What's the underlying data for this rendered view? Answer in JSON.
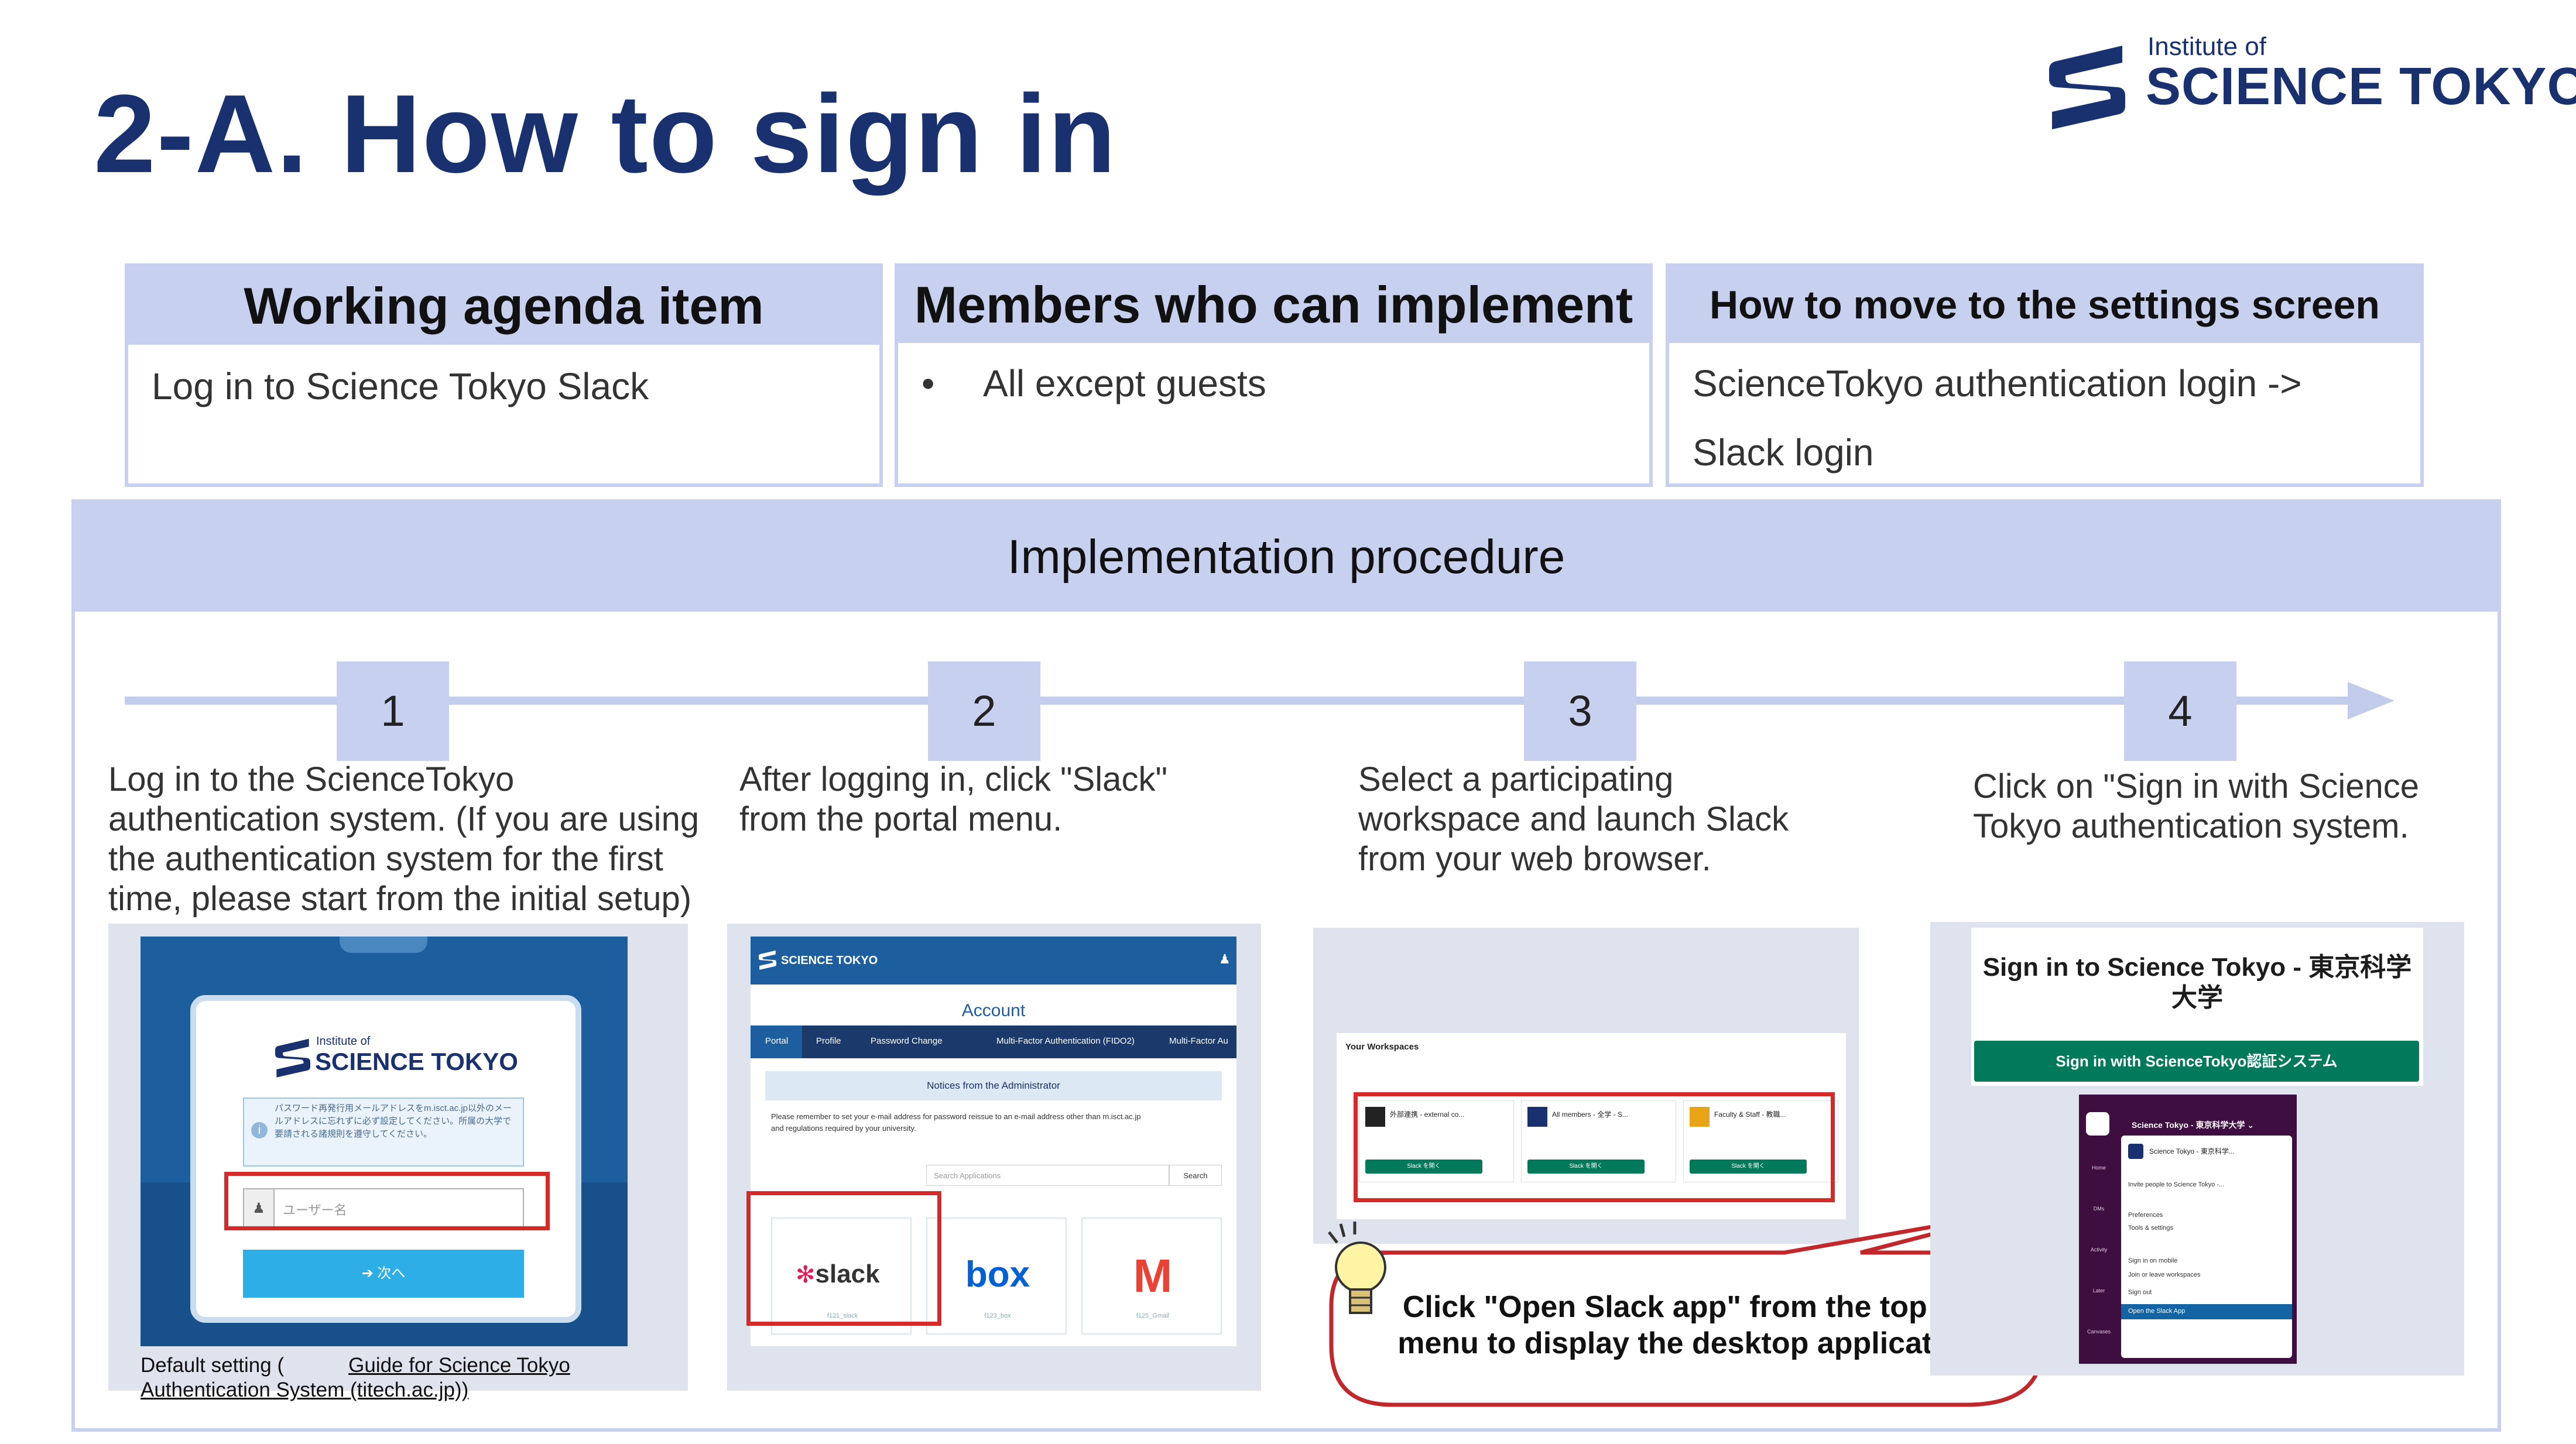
{
  "title": "2-A. How to sign in",
  "logo": {
    "line1": "Institute of",
    "line2": "SCIENCE TOKYO"
  },
  "info_boxes": [
    {
      "heading": "Working agenda item",
      "body": "Log in to Science Tokyo Slack"
    },
    {
      "heading": "Members who can implement",
      "bullet": "•",
      "body": "All except guests"
    },
    {
      "heading": "How to move to the settings screen",
      "body_line1": "ScienceTokyo authentication login ->",
      "body_line2": "Slack login"
    }
  ],
  "procedure": {
    "heading": "Implementation procedure",
    "steps": [
      {
        "number": "1",
        "lines": [
          "Log in to the ScienceTokyo",
          "authentication system. (If you are using",
          "the authentication system for the first",
          "time, please start from the initial setup)"
        ]
      },
      {
        "number": "2",
        "lines": [
          "After logging in, click \"Slack\"",
          "from the portal menu."
        ]
      },
      {
        "number": "3",
        "lines": [
          "Select a participating",
          "workspace and launch Slack",
          "from your web browser."
        ]
      },
      {
        "number": "4",
        "lines": [
          "Click on \"Sign in with Science",
          "Tokyo authentication system."
        ]
      }
    ]
  },
  "shot1": {
    "logo_small": "Institute of",
    "logo_big": "SCIENCE TOKYO",
    "notice": "パスワード再発行用メールアドレスをm.isct.ac.jp以外のメールアドレスに忘れずに必ず設定してください。所属の大学で要請される諸規則を遵守してください。",
    "username_placeholder": "ユーザー名",
    "next_button": "➔ 次へ"
  },
  "caption1": {
    "line1_prefix": "Default setting (",
    "link_line1": "Guide for Science Tokyo",
    "link_line2": "Authentication System (titech.ac.jp))"
  },
  "shot2": {
    "brand": "SCIENCE TOKYO",
    "account": "Account",
    "tabs": [
      "Portal",
      "Profile",
      "Password Change",
      "Multi-Factor Authentication (FIDO2)",
      "Multi-Factor Au"
    ],
    "notice_head": "Notices from the Administrator",
    "notice_text_1": "Please remember to set your e-mail address for password reissue to an e-mail address other than m.isct.ac.jp",
    "notice_text_2": "and regulations required by your university.",
    "search_placeholder": "Search Applications",
    "search_button": "Search",
    "apps": [
      {
        "name": "slack",
        "sub": "f121_slack"
      },
      {
        "name": "box",
        "sub": "f123_box"
      },
      {
        "name": "M",
        "sub": "f125_Gmail"
      }
    ]
  },
  "shot3": {
    "heading": "Your Workspaces",
    "workspaces": [
      {
        "name": "外部連携 - external co...",
        "button": "Slack を開く"
      },
      {
        "name": "All members - 全学 - S...",
        "button": "Slack を開く"
      },
      {
        "name": "Faculty & Staff - 教職...",
        "button": "Slack を開く"
      }
    ]
  },
  "callout": {
    "line1": "Click \"Open Slack app\" from the top left",
    "line2": "menu to display the desktop application."
  },
  "shot4": {
    "heading_line1": "Sign in to Science Tokyo - 東京科学",
    "heading_line2": "大学",
    "button": "Sign in with ScienceTokyo認証システム",
    "menu_header": "Science Tokyo - 東京科学大学 ⌄",
    "menu_workspace": "Science Tokyo - 東京科学...",
    "menu_items": [
      "Invite people to Science Tokyo -...",
      "Preferences",
      "Tools & settings",
      "Sign in on mobile",
      "Join or leave workspaces",
      "Sign out",
      "Open the Slack App"
    ],
    "rail_labels": [
      "Home",
      "DMs",
      "Activity",
      "Later",
      "Canvases"
    ]
  },
  "colors": {
    "navy": "#1a3170",
    "header_bg": "#c7d0ef",
    "red": "#d42a2a",
    "slack_green": "#007a5a",
    "portal_blue": "#1d5f9e"
  }
}
